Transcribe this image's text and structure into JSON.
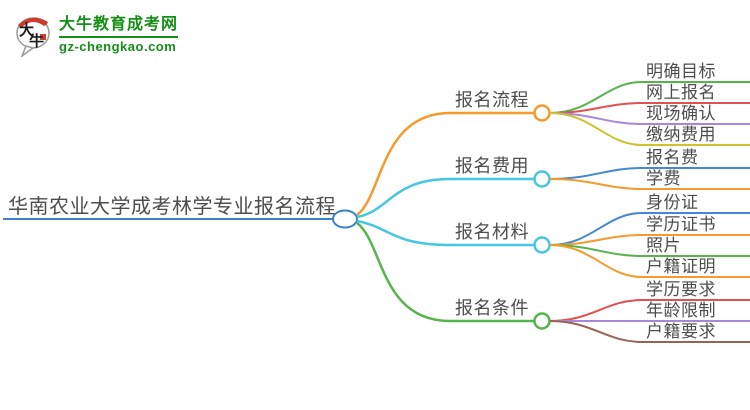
{
  "logo": {
    "title": "大牛教育成考网",
    "subtitle": "gz-chengkao.com",
    "icon_char_1": "大",
    "icon_char_2": "牛",
    "brand_green": "#168f16",
    "icon_red": "#d03a2b"
  },
  "colors": {
    "text": "#4d4d4d",
    "root_blue": "#3e82c4",
    "orange": "#f59a2b",
    "cyan": "#45c6e2",
    "green": "#55b54a",
    "blue": "#4288d5",
    "red": "#e25050",
    "purple": "#a687d8",
    "olive": "#c9c42f",
    "brown": "#9c6155"
  },
  "mindmap": {
    "root": {
      "label": "华南农业大学成考林学专业报名流程",
      "color": "#3e82c4"
    },
    "branches": [
      {
        "label": "报名流程",
        "color": "#f59a2b",
        "children": [
          {
            "label": "明确目标",
            "color": "#55b54a"
          },
          {
            "label": "网上报名",
            "color": "#e25050"
          },
          {
            "label": "现场确认",
            "color": "#a687d8"
          },
          {
            "label": "缴纳费用",
            "color": "#c9c42f"
          }
        ]
      },
      {
        "label": "报名费用",
        "color": "#45c6e2",
        "children": [
          {
            "label": "报名费",
            "color": "#4288d5"
          },
          {
            "label": "学费",
            "color": "#f59a2b"
          }
        ]
      },
      {
        "label": "报名材料",
        "color": "#45c6e2",
        "children": [
          {
            "label": "身份证",
            "color": "#4288d5"
          },
          {
            "label": "学历证书",
            "color": "#f59a2b"
          },
          {
            "label": "照片",
            "color": "#55b54a"
          },
          {
            "label": "户籍证明",
            "color": "#f59a2b"
          }
        ]
      },
      {
        "label": "报名条件",
        "color": "#55b54a",
        "children": [
          {
            "label": "学历要求",
            "color": "#e25050"
          },
          {
            "label": "年龄限制",
            "color": "#a687d8"
          },
          {
            "label": "户籍要求",
            "color": "#9c6155"
          }
        ]
      }
    ]
  }
}
